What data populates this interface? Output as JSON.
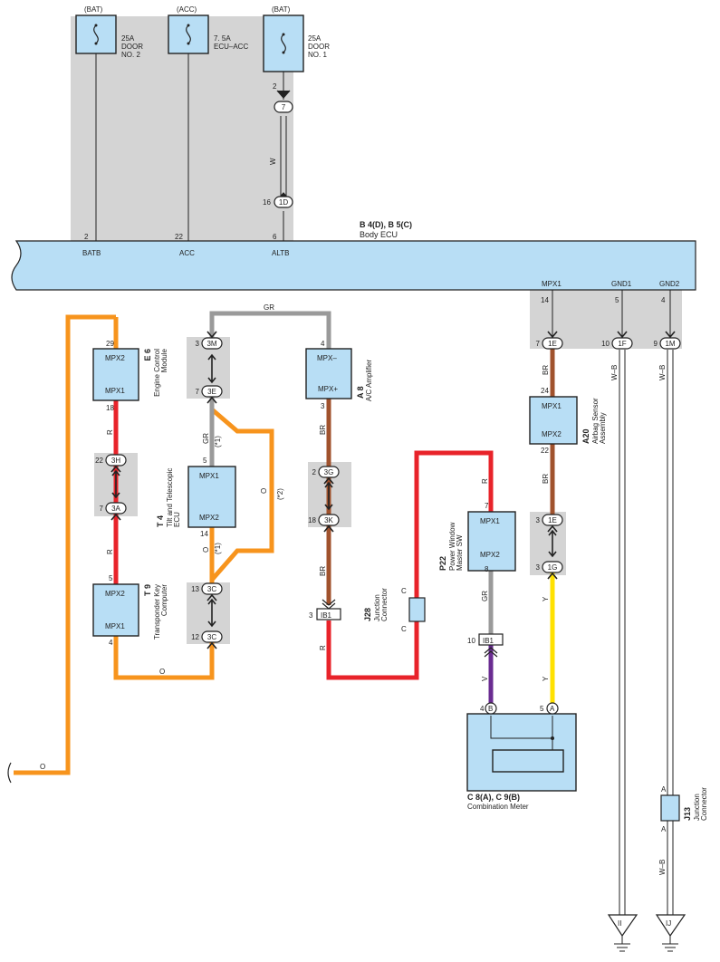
{
  "colors": {
    "highlight": "#d4d4d4",
    "component_fill": "#b8def5",
    "orange": "#f7941d",
    "red": "#e8232a",
    "gray": "#9a9a9a",
    "brown": "#a0522d",
    "yellow": "#ffe100",
    "violet": "#6a2c91",
    "white": "#ffffff",
    "black": "#222222"
  },
  "fuses": [
    {
      "source": "(BAT)",
      "rating": "25A",
      "name_1": "DOOR",
      "name_2": "NO. 2",
      "pin": "2"
    },
    {
      "source": "(ACC)",
      "rating": "7. 5A",
      "name_1": "ECU–ACC",
      "name_2": "",
      "pin": "22"
    },
    {
      "source": "(BAT)",
      "rating": "25A",
      "name_1": "DOOR",
      "name_2": "NO. 1",
      "pin": "2"
    }
  ],
  "body_ecu": {
    "code": "B 4(D), B 5(C)",
    "name": "Body ECU",
    "terminals_top": [
      "BATB",
      "ACC",
      "ALTB"
    ],
    "terminals_bottom": [
      "MPX1",
      "GND1",
      "GND2"
    ],
    "pins_top": [
      "2",
      "22",
      "6"
    ],
    "pins_bottom": [
      "14",
      "5",
      "4"
    ]
  },
  "junctions": {
    "j7": {
      "pin": "7"
    },
    "j1D": {
      "pin": "1D",
      "num": "16"
    },
    "j1E_top": {
      "pin": "1E",
      "num": "7"
    },
    "j1F": {
      "pin": "1F",
      "num": "10"
    },
    "j1M": {
      "pin": "1M",
      "num": "9"
    },
    "j3M": {
      "pin": "3M",
      "num": "3"
    },
    "j3E": {
      "pin": "3E",
      "num": "7"
    },
    "j3H": {
      "pin": "3H",
      "num": "22"
    },
    "j3A": {
      "pin": "3A",
      "num": "7"
    },
    "j3C_top": {
      "pin": "3C",
      "num": "13"
    },
    "j3C_bot": {
      "pin": "3C",
      "num": "12"
    },
    "j3G": {
      "pin": "3G",
      "num": "2"
    },
    "j3K": {
      "pin": "3K",
      "num": "18"
    },
    "j1E_mid": {
      "pin": "1E",
      "num": "3"
    },
    "j1G": {
      "pin": "1G",
      "num": "3"
    }
  },
  "components": {
    "e6": {
      "code": "E 6",
      "name_1": "Engine Control",
      "name_2": "Module",
      "top": "MPX2",
      "bottom": "MPX1",
      "pin_top": "29",
      "pin_bottom": "18"
    },
    "t9": {
      "code": "T 9",
      "name_1": "Transponder Key",
      "name_2": "Computer",
      "top": "MPX2",
      "bottom": "MPX1",
      "pin_top": "5",
      "pin_bottom": "4"
    },
    "t4": {
      "code": "T 4",
      "name_1": "Tilt and Telescopic",
      "name_2": "ECU",
      "top": "MPX1",
      "bottom": "MPX2",
      "pin_top": "5",
      "pin_bottom": "14"
    },
    "a8": {
      "code": "A 8",
      "name_1": "A/C Amplifier",
      "name_2": "",
      "top": "MPX–",
      "bottom": "MPX+",
      "pin_top": "4",
      "pin_bottom": "3"
    },
    "p22": {
      "code": "P22",
      "name_1": "Power Window",
      "name_2": "Master SW",
      "top": "MPX1",
      "bottom": "MPX2",
      "pin_top": "7",
      "pin_bottom": "8"
    },
    "a20": {
      "code": "A20",
      "name_1": "Airbag Sensor",
      "name_2": "Assembly",
      "top": "MPX1",
      "bottom": "MPX2",
      "pin_top": "24",
      "pin_bottom": "22"
    },
    "c8": {
      "code": "C 8(A), C 9(B)",
      "name": "Combination Meter",
      "pin_b": "B",
      "pin_a": "A",
      "num_b": "4",
      "num_a": "5"
    }
  },
  "junction_connectors": {
    "j28": {
      "code": "J28",
      "name_1": "Junction",
      "name_2": "Connector",
      "pin": "C"
    },
    "j13": {
      "code": "J13",
      "name_1": "Junction",
      "name_2": "Connector",
      "pin": "A"
    }
  },
  "ib1": {
    "label": "IB1",
    "num_left": "3",
    "num_right": "10"
  },
  "wire_labels": {
    "w": "W",
    "gr": "GR",
    "br": "BR",
    "r": "R",
    "o": "O",
    "wb": "W–B",
    "y": "Y",
    "v": "V",
    "note1": "(*1)",
    "note2": "(*2)"
  },
  "grounds": [
    "II",
    "IJ"
  ]
}
